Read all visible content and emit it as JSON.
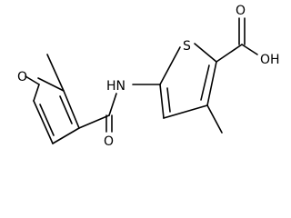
{
  "molecule": {
    "labels": {
      "furan_oxygen": "O",
      "thiophene_sulfur": "S",
      "amide_nh": "HN",
      "amide_oxygen": "O",
      "acid_hydroxyl": "OH",
      "acid_carbonyl_oxygen": "O"
    }
  },
  "colors": {
    "bond": "#000000",
    "text": "#000000",
    "background": "#ffffff"
  }
}
